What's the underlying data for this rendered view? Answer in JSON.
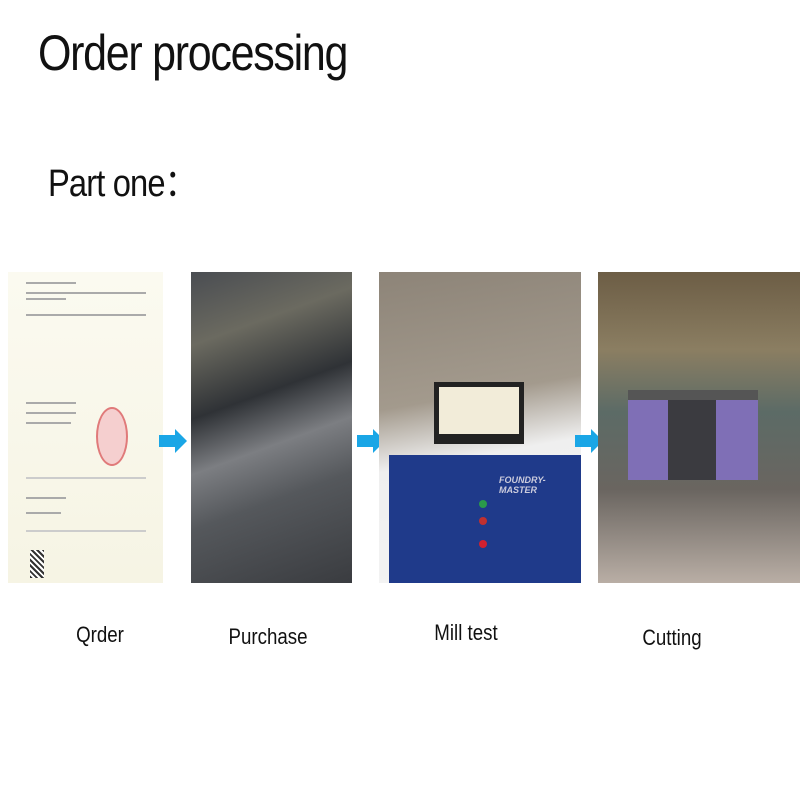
{
  "title": "Order processing",
  "subtitle": "Part one：",
  "steps": [
    {
      "label": "Qrder",
      "image": "certificate-document"
    },
    {
      "label": "Purchase",
      "image": "graphite-electrodes-warehouse"
    },
    {
      "label": "Mill test",
      "image": "spectrometer",
      "image_text": "FOUNDRY-MASTER"
    },
    {
      "label": "Cutting",
      "image": "band-saw-workshop"
    }
  ],
  "colors": {
    "arrow": "#1aa6e6",
    "text": "#111111",
    "background": "#ffffff"
  }
}
